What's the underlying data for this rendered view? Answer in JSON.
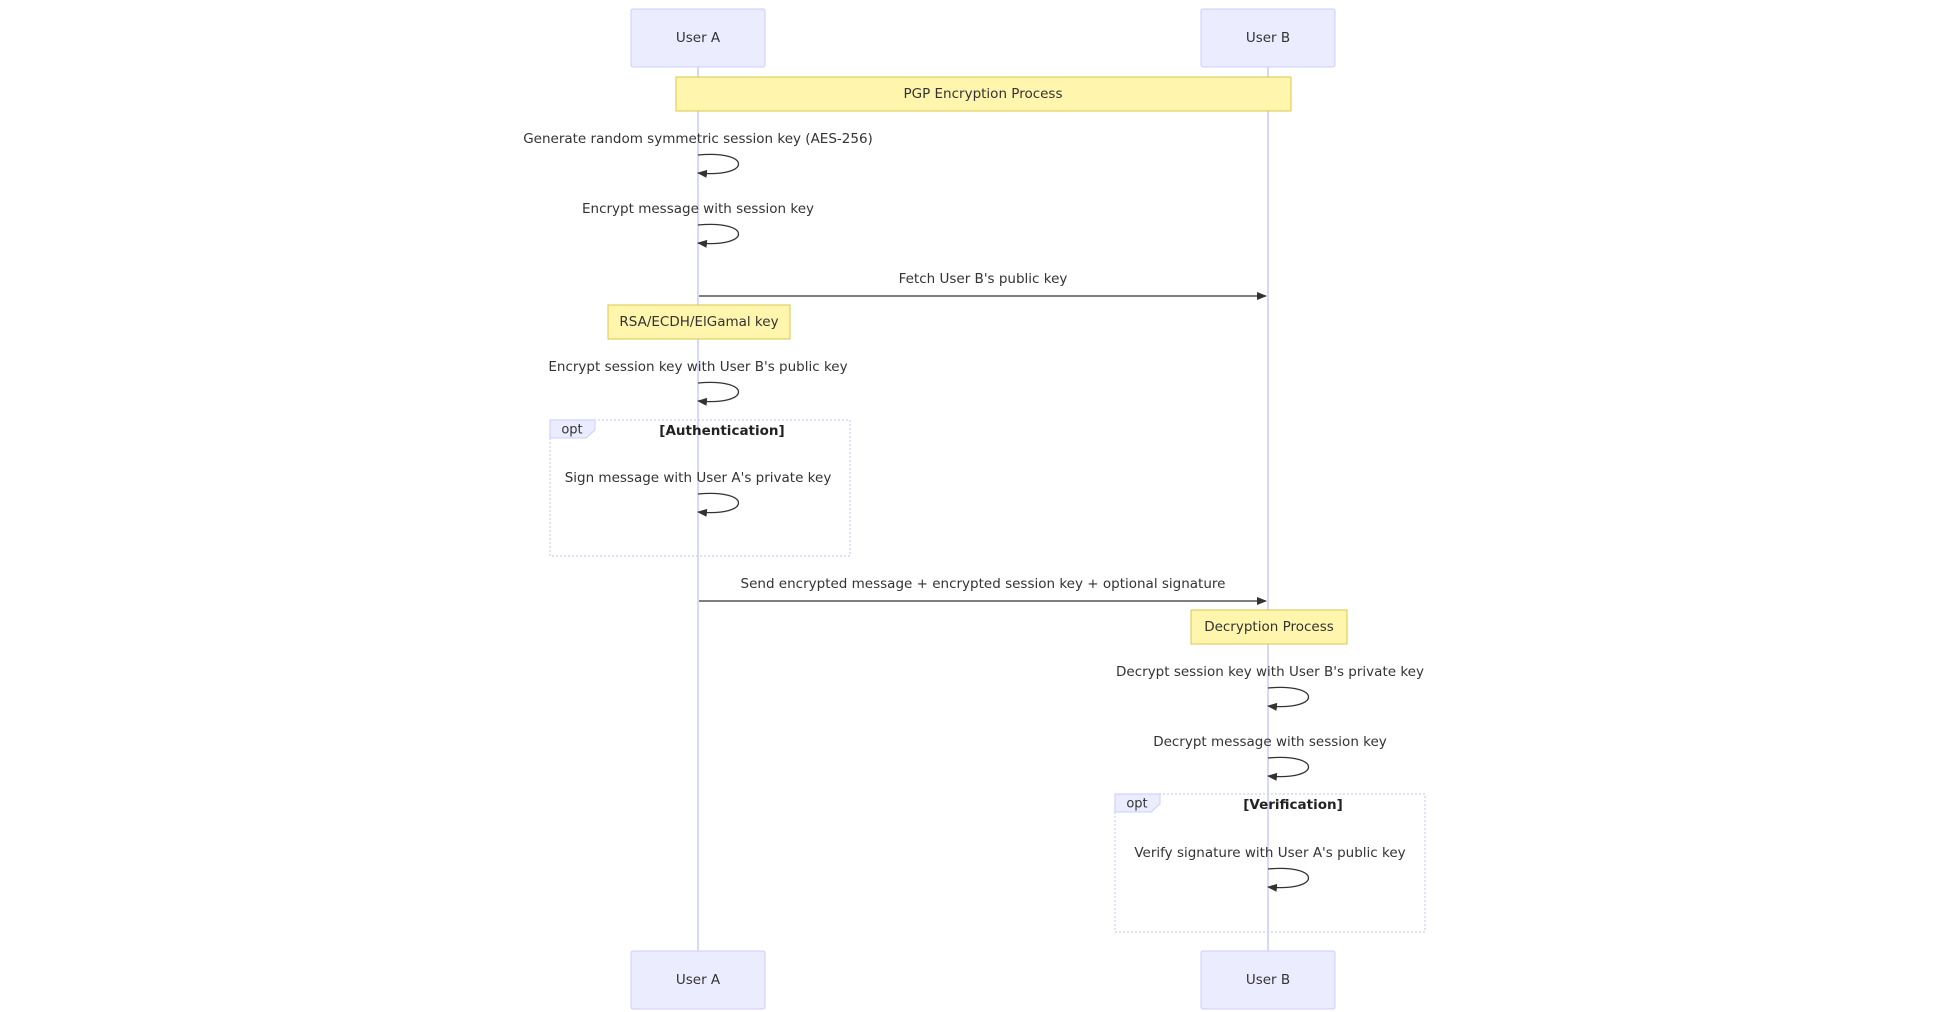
{
  "participants": {
    "a": "User A",
    "b": "User B"
  },
  "notes": {
    "encryption_process": "PGP Encryption Process",
    "key_types": "RSA/ECDH/ElGamal key",
    "decryption_process": "Decryption Process"
  },
  "messages": {
    "m1": "Generate random symmetric session key (AES-256)",
    "m2": "Encrypt message with session key",
    "m3": "Fetch User B's public key",
    "m4": "Encrypt session key with User B's public key",
    "m5": "Sign message with User A's private key",
    "m6": "Send encrypted message + encrypted session key + optional signature",
    "m7": "Decrypt session key with User B's private key",
    "m8": "Decrypt message with session key",
    "m9": "Verify signature with User A's public key"
  },
  "frames": {
    "authentication": {
      "label": "opt",
      "condition": "[Authentication]"
    },
    "verification": {
      "label": "opt",
      "condition": "[Verification]"
    }
  },
  "colors": {
    "actor_fill": "#ECECFF",
    "actor_border": "#CCCCFF",
    "note_fill": "#FFF5AD",
    "note_border": "#D8C84A",
    "line": "#333333"
  }
}
